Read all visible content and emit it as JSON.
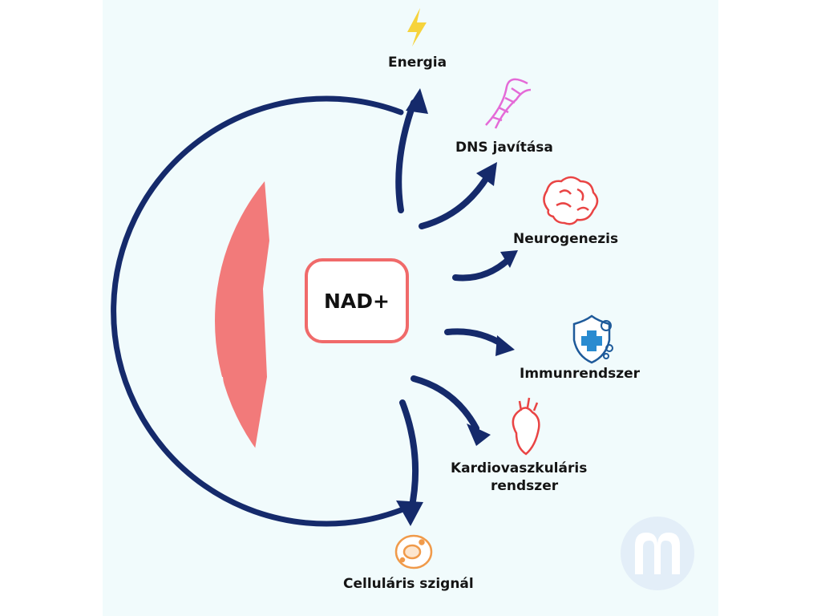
{
  "center": {
    "label": "NAD+"
  },
  "outcomes": {
    "energia": "Energia",
    "dns": "DNS javítása",
    "neuro": "Neurogenezis",
    "immun": "Immunrendszer",
    "kardio_1": "Kardiovaszkuláris",
    "kardio_2": "rendszer",
    "cell": "Celluláris szignál"
  },
  "icons": {
    "energia": "lightning-icon",
    "dns": "dna-icon",
    "neuro": "brain-icon",
    "immun": "shield-virus-icon",
    "kardio": "heart-icon",
    "cell": "cell-icon"
  },
  "colors": {
    "arrow": "#152a6b",
    "body": "#f27a7a",
    "accent_red": "#e94444",
    "box_border": "#f06a6a",
    "background": "#f1fbfc"
  }
}
